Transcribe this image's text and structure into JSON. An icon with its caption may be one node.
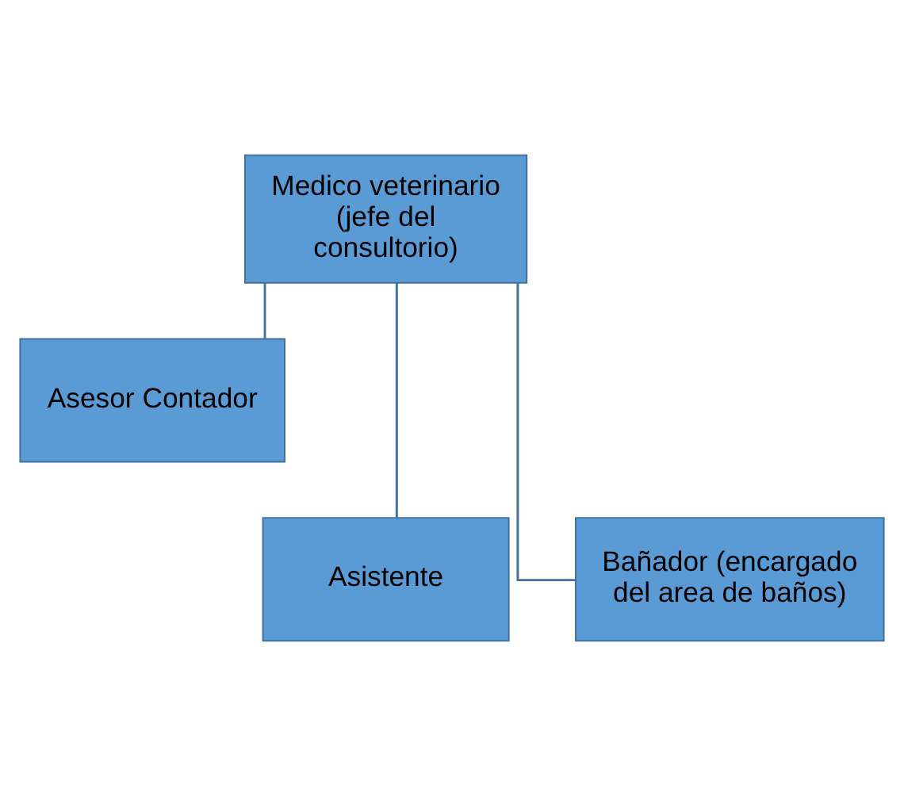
{
  "diagram": {
    "nodes": [
      {
        "text": [
          "Medico veterinario (jefe del consultorio)"
        ]
      },
      {
        "text": [
          "Asesor Contador"
        ]
      },
      {
        "text": [
          "Asistente"
        ]
      },
      {
        "text": [
          "Bañador (encargado del area de baños)"
        ]
      }
    ],
    "edges": [
      {
        "from": 0,
        "to": 1,
        "arrow": "none"
      },
      {
        "from": 0,
        "to": 2,
        "arrow": "none"
      },
      {
        "from": 0,
        "to": 3,
        "arrow": "none"
      }
    ]
  }
}
